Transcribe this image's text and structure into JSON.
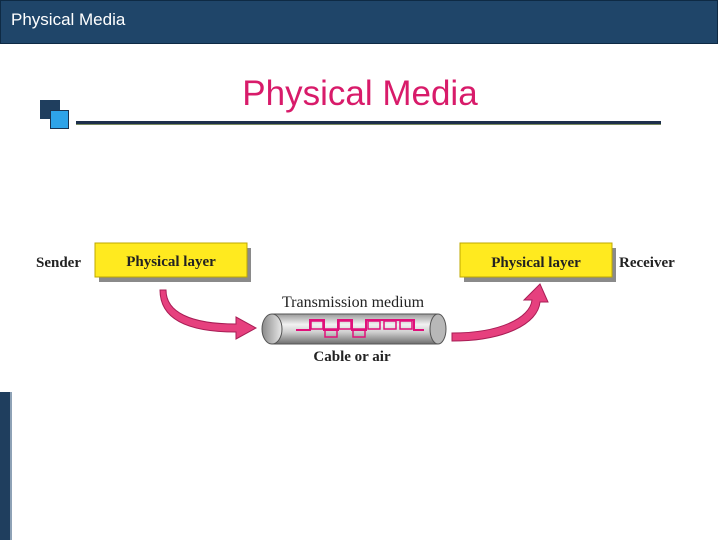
{
  "header": {
    "title": "Physical Media"
  },
  "slide": {
    "title": "Physical Media"
  },
  "diagram": {
    "sender_label": "Sender",
    "receiver_label": "Receiver",
    "left_box_label": "Physical layer",
    "right_box_label": "Physical layer",
    "medium_label": "Transmission medium",
    "cable_label": "Cable or air"
  },
  "colors": {
    "header_bg": "#1f4569",
    "title": "#d81b6a",
    "box_fill": "#ffea1f",
    "arrow": "#e6407e",
    "signal": "#e0107a"
  }
}
